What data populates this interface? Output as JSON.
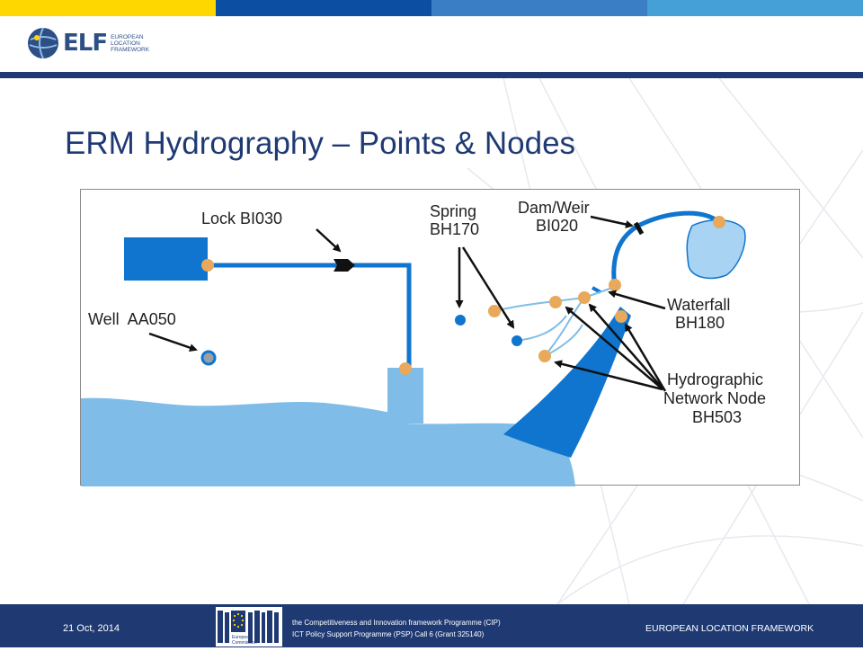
{
  "slide": {
    "title": "ERM Hydrography – Points & Nodes"
  },
  "logo": {
    "text": "ELF",
    "sub_line1": "EUROPEAN",
    "sub_line2": "LOCATION",
    "sub_line3": "FRAMEWORK"
  },
  "colors": {
    "top_bar": [
      "#ffd700",
      "#0b4ea2",
      "#3a7ec6",
      "#46a0d8"
    ],
    "brand_navy": "#1f3a73",
    "water_light": "#7fbde8",
    "water_dark": "#0f75cf",
    "node_orange": "#e8a95a"
  },
  "diagram": {
    "labels": {
      "lock": "Lock BI030",
      "well": "Well  AA050",
      "spring_line1": "Spring",
      "spring_line2": "BH170",
      "dam_line1": "Dam/Weir",
      "dam_line2": "BI020",
      "waterfall_line1": "Waterfall",
      "waterfall_line2": "BH180",
      "node_line1": "Hydrographic",
      "node_line2": "Network Node",
      "node_line3": "BH503"
    }
  },
  "footer": {
    "date": "21 Oct, 2014",
    "eu_label_line1": "European",
    "eu_label_line2": "Commission",
    "programme_line1": "the Competitiveness and Innovation framework Programme (CIP)",
    "programme_line2": "ICT Policy Support Programme (PSP) Call 6 (Grant 325140)",
    "right_text": "EUROPEAN LOCATION FRAMEWORK"
  }
}
